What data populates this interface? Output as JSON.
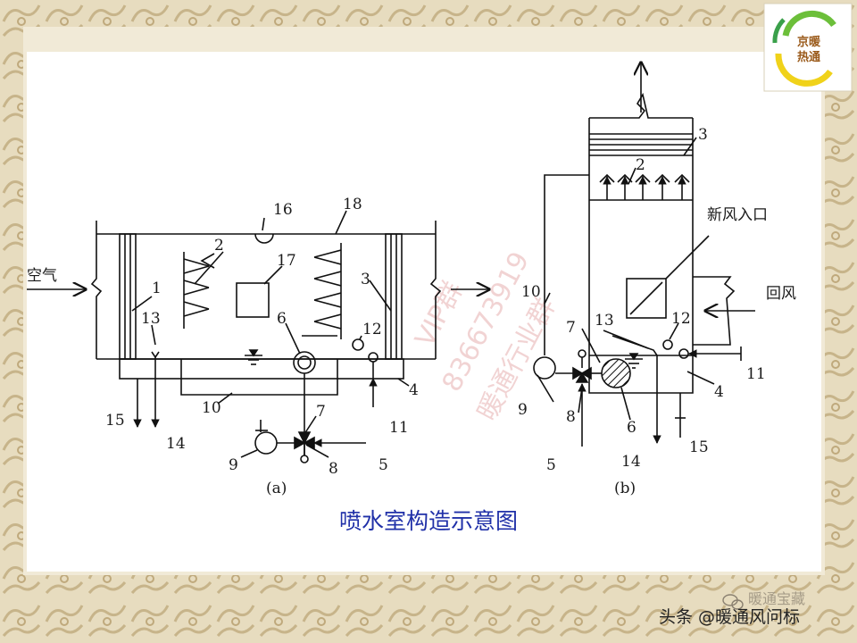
{
  "caption": "喷水室构造示意图",
  "panel_a": {
    "label": "(a)",
    "inlet_label": "空气",
    "numbers": [
      "1",
      "2",
      "3",
      "4",
      "5",
      "6",
      "7",
      "8",
      "9",
      "10",
      "11",
      "12",
      "13",
      "14",
      "15",
      "16",
      "17",
      "18"
    ]
  },
  "panel_b": {
    "label": "(b)",
    "fresh_air_label": "新风入口",
    "return_air_label": "回风",
    "numbers": [
      "2",
      "3",
      "4",
      "5",
      "6",
      "7",
      "8",
      "9",
      "10",
      "11",
      "12",
      "13",
      "14",
      "15"
    ]
  },
  "watermark": {
    "line1": "VIP群",
    "line2": "836673919",
    "line3": "暖通行业群"
  },
  "logo": {
    "text1": "京暖",
    "text2": "热通"
  },
  "footer": {
    "faded": "暖通宝藏",
    "source": "头条 @暖通风问标"
  }
}
